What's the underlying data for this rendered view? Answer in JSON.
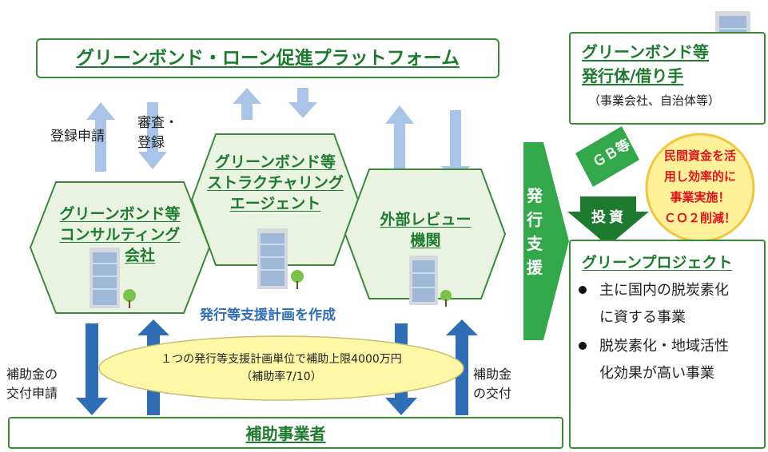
{
  "platform": {
    "title": "グリーンボンド・ローン促進プラットフォーム"
  },
  "labels": {
    "register_apply": "登録申請",
    "review_line1": "審査・",
    "review_line2": "登録",
    "plan_create": "発行等支援計画を作成",
    "subsidy_apply_line1": "補助金の",
    "subsidy_apply_line2": "交付申請",
    "subsidy_grant_line1": "補助金",
    "subsidy_grant_line2": "の交付"
  },
  "hexagons": [
    {
      "lines": [
        "グリーンボンド等",
        "コンサルティング",
        "会社"
      ]
    },
    {
      "lines": [
        "グリーンボンド等",
        "ストラクチャリング",
        "エージェント"
      ]
    },
    {
      "lines": [
        "外部レビュー",
        "機関"
      ]
    }
  ],
  "subsidy_ellipse": {
    "line1": "１つの発行等支援計画単位で補助上限4000万円",
    "line2": "（補助率7/10）"
  },
  "bottom_bar": {
    "title": "補助事業者"
  },
  "issue_support": {
    "chars": [
      "発",
      "行",
      "支",
      "援"
    ]
  },
  "issuer": {
    "line1": "グリーンボンド等",
    "line2": "発行体/借り手",
    "line3": "（事業会社、自治体等）"
  },
  "gb_label": "ＧＢ等",
  "invest_label": "投資",
  "private_funds": {
    "lines": [
      "民間資金を活",
      "用し効率的に",
      "事業実施！",
      "ＣＯ２削減！"
    ]
  },
  "green_project": {
    "title": "グリーンプロジェクト",
    "bullets": [
      {
        "line1": "主に国内の脱炭素化",
        "line2": "に資する事業"
      },
      {
        "line1": "脱炭素化・地域活性",
        "line2": "化効果が高い事業"
      }
    ]
  },
  "colors": {
    "green_border": "#3a8a3a",
    "green_text": "#1e7a2e",
    "hex_fill": "#eaf3e2",
    "light_arrow": "#a9c4e6",
    "dark_arrow": "#2f6db5",
    "support_arrow": "#33a84a",
    "ellipse_fill": "#fdf7a6",
    "circle_fill": "#fff19a",
    "circle_border": "#f0c640",
    "alert_red": "#e0141e"
  }
}
